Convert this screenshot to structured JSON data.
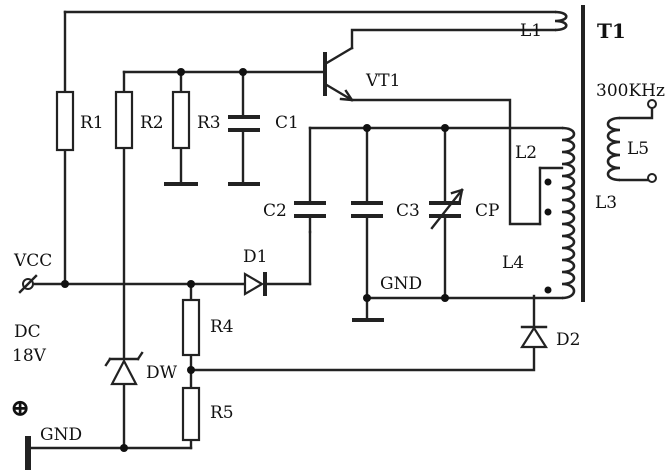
{
  "labels": {
    "L1": "L1",
    "T1": "T1",
    "VT1": "VT1",
    "freq": "300KHz",
    "L5": "L5",
    "R1": "R1",
    "R2": "R2",
    "R3": "R3",
    "C1": "C1",
    "L2": "L2",
    "L3": "L3",
    "C2": "C2",
    "C3": "C3",
    "CP": "CP",
    "L4": "L4",
    "VCC": "VCC",
    "D1": "D1",
    "GND_mid": "GND",
    "DC": "DC",
    "V18": "18V",
    "R4": "R4",
    "D2": "D2",
    "DW": "DW",
    "R5": "R5",
    "GND_bottom": "GND",
    "plus": "⊕"
  }
}
